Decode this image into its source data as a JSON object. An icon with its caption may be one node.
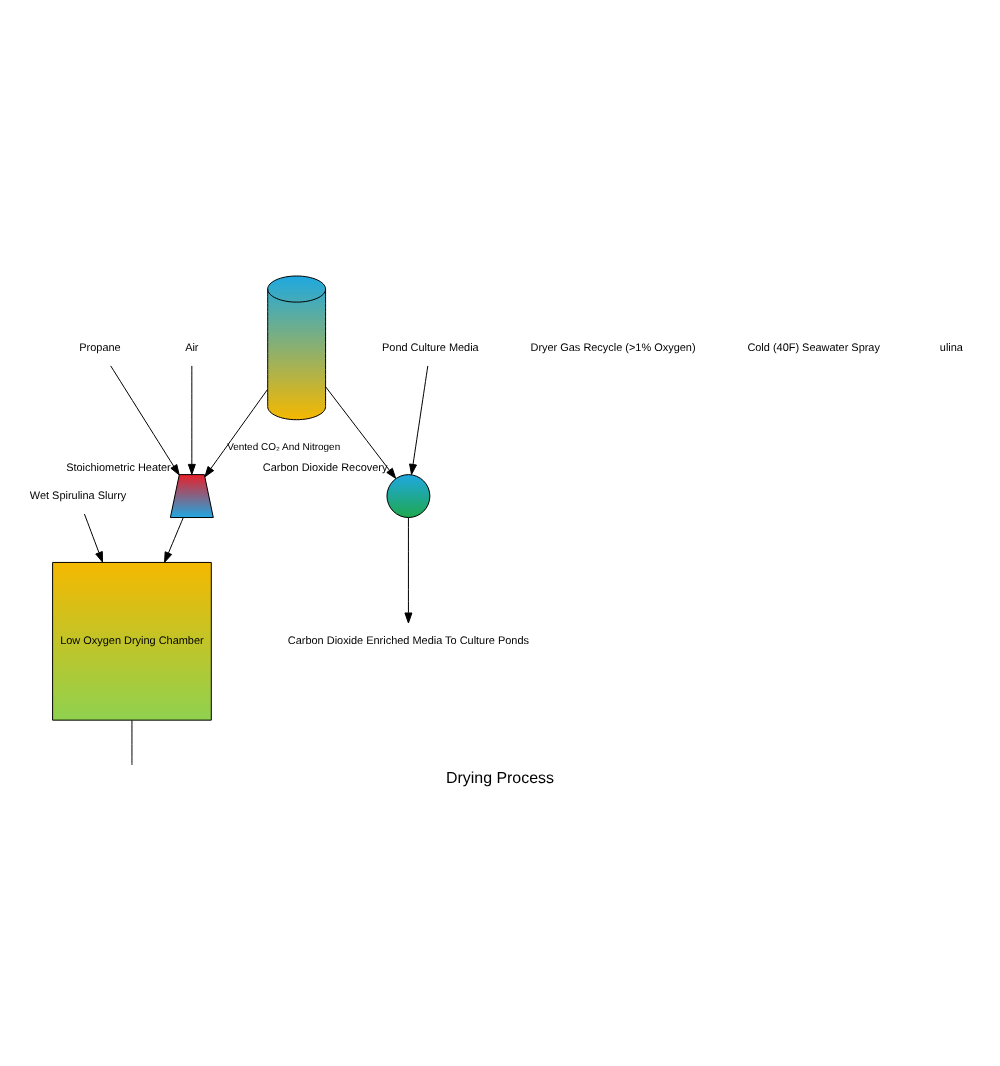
{
  "diagram": {
    "title": "Drying Process",
    "nodes": [
      {
        "text": [
          "Wet Spirulina Slurry"
        ]
      },
      {
        "text": [
          "Low Oxygen Drying Chamber"
        ]
      },
      {
        "text": [
          "Stoichiometric Heater"
        ]
      },
      {
        "text": [
          "Propane"
        ]
      },
      {
        "text": [
          "Air"
        ]
      },
      {
        "text": [],
        "shape": "cylinder"
      },
      {
        "text": [
          "Carbon Dioxide Recovery"
        ]
      },
      {
        "text": [
          "Pond Culture Media"
        ]
      },
      {
        "text": [
          "Carbon Dioxide Enriched Media To Culture Ponds"
        ]
      }
    ],
    "edges": [
      {
        "from": 0,
        "to": 1,
        "arrow": "to"
      },
      {
        "from": 2,
        "to": 1,
        "arrow": "to"
      },
      {
        "from": 3,
        "to": 2,
        "arrow": "to"
      },
      {
        "from": 4,
        "to": 2,
        "arrow": "to"
      },
      {
        "from": 5,
        "to": 2,
        "arrow": "to",
        "label": "Vented CO₂ And Nitrogen"
      },
      {
        "from": 5,
        "to": 6,
        "arrow": "to"
      },
      {
        "from": 7,
        "to": 6,
        "arrow": "to"
      },
      {
        "from": 6,
        "to": 8,
        "arrow": "to"
      },
      {
        "from": 1,
        "to": null,
        "arrow": "none"
      }
    ],
    "labels": [
      "Dryer Gas Recycle (>1% Oxygen)",
      "Cold (40F) Seawater Spray",
      "ulina"
    ]
  }
}
